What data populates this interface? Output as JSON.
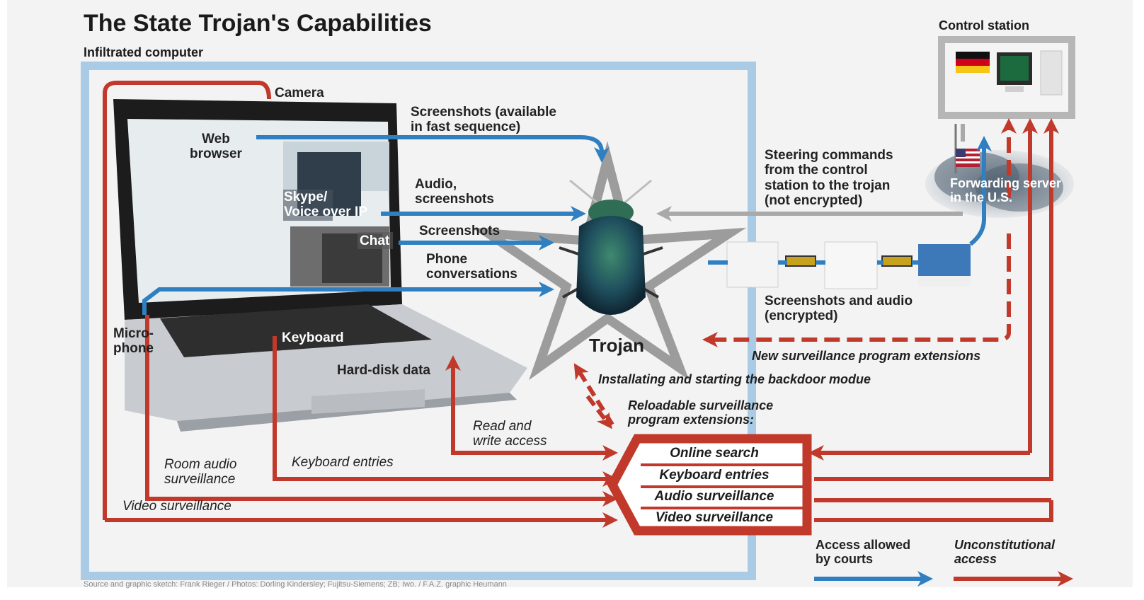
{
  "title": "The State Trojan's Capabilities",
  "subtitle": "Infiltrated computer",
  "control_station": "Control station",
  "forwarding_server": "Forwarding server\nin the U.S.",
  "labels": {
    "camera": "Camera",
    "web_browser": "Web\nbrowser",
    "skype": "Skype/\nVoice over IP",
    "chat": "Chat",
    "microphone": "Micro-\nphone",
    "keyboard": "Keyboard",
    "hard_disk": "Hard-disk data",
    "trojan": "Trojan"
  },
  "blue_arrows": {
    "screenshots_fast": "Screenshots (available\nin fast sequence)",
    "audio_screenshots": "Audio,\nscreenshots",
    "screenshots": "Screenshots",
    "phone": "Phone\nconversations"
  },
  "steering_commands": "Steering commands\nfrom the control\nstation to the trojan\n(not encrypted)",
  "screenshots_audio_encrypted": "Screenshots and audio\n(encrypted)",
  "red_labels": {
    "new_extensions": "New surveillance program extensions",
    "installing": "Installating and starting the backdoor modue",
    "reloadable": "Reloadable surveillance\nprogram extensions:",
    "read_write": "Read and\nwrite access",
    "keyboard_entries": "Keyboard entries",
    "room_audio": "Room audio\nsurveillance",
    "video": "Video surveillance"
  },
  "extensions": [
    "Online search",
    "Keyboard entries",
    "Audio surveillance",
    "Video surveillance"
  ],
  "legend": {
    "allowed": "Access allowed\nby courts",
    "unconstitutional": "Unconstitutional\naccess"
  },
  "source": "Source and graphic sketch: Frank Rieger / Photos: Dorling Kindersley; Fujitsu-Siemens; ZB; Iwo. / F.A.Z. graphic Heumann",
  "colors": {
    "blue": "#2f7fc1",
    "red": "#c0392b",
    "frame": "#a9cbe5",
    "background": "#f3f3f3"
  }
}
